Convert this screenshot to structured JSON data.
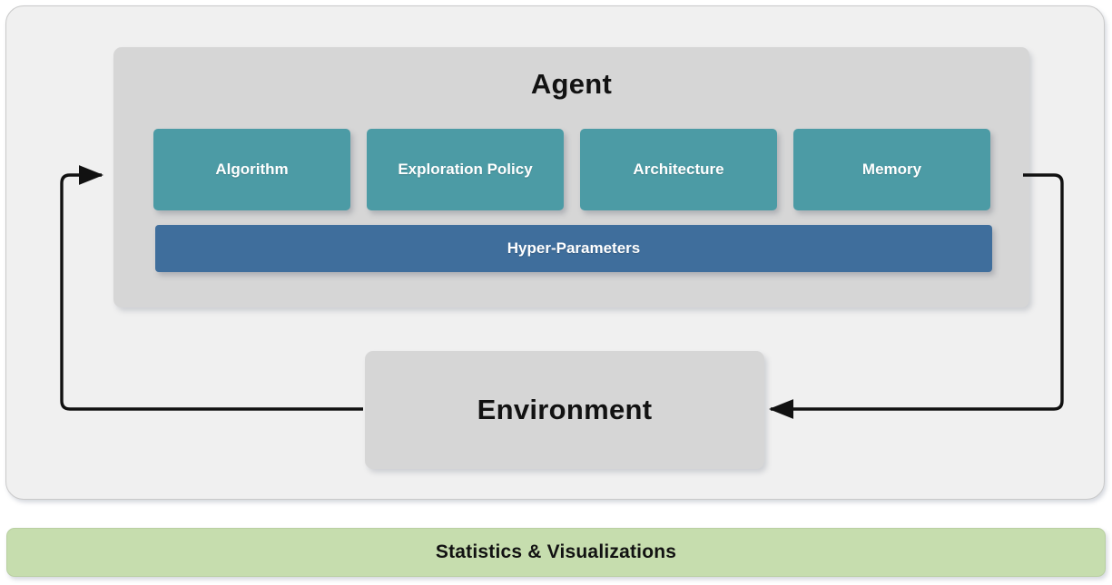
{
  "diagram": {
    "title_agent": "Agent",
    "title_environment": "Environment",
    "agent_components": [
      {
        "label": "Algorithm"
      },
      {
        "label": "Exploration Policy"
      },
      {
        "label": "Architecture"
      },
      {
        "label": "Memory"
      }
    ],
    "hyper_parameters_label": "Hyper-Parameters",
    "statistics_label": "Statistics & Visualizations",
    "arrows": [
      {
        "name": "environment-to-agent",
        "direction": "left-loop-up-right",
        "head": "right"
      },
      {
        "name": "agent-to-environment",
        "direction": "right-loop-down-left",
        "head": "left"
      }
    ],
    "colors": {
      "outer_panel_bg": "#f0f0f0",
      "outer_panel_border": "#c9c9c9",
      "agent_bg": "#d6d6d6",
      "environment_bg": "#d6d6d6",
      "component_teal": "#4c9ba5",
      "hyper_blue": "#3f6e9c",
      "statistics_green": "#c6ddae",
      "arrow_stroke": "#111111",
      "text_dark": "#121212",
      "text_light": "#ffffff"
    }
  }
}
